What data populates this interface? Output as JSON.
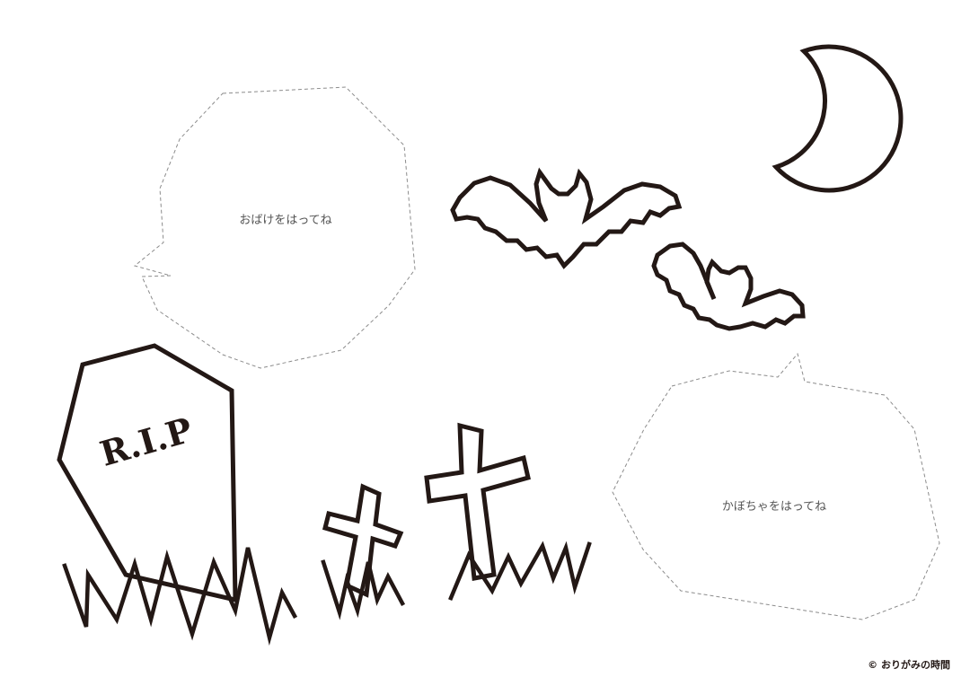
{
  "tombstone": {
    "inscription": "R.I.P"
  },
  "speech_bubbles": [
    {
      "label": "おばけをはってね"
    },
    {
      "label": "かぼちゃをはってね"
    }
  ],
  "footer": {
    "copyright": "© おりがみの時間"
  },
  "colors": {
    "ink": "#231815",
    "dash": "#8c8c8c",
    "label": "#555555",
    "background": "#ffffff"
  }
}
